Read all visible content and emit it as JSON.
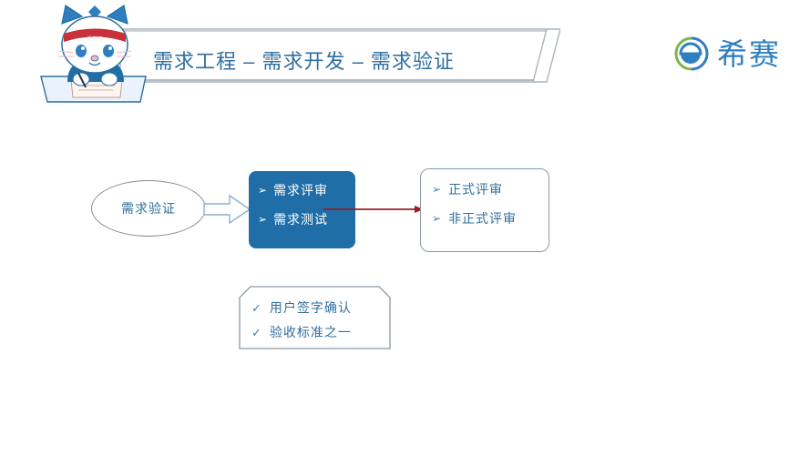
{
  "slide": {
    "background_color": "#ffffff",
    "title": "需求工程 – 需求开发 – 需求验证",
    "accent_color": "#1f6ea8",
    "title_color": "#2f6f9f"
  },
  "brand": {
    "name": "希赛",
    "icon": "circle-e-logo-icon",
    "color": "#2f7fc0",
    "arc_color": "#7ab648"
  },
  "mascot": {
    "icon": "cat-mascot-writing-icon",
    "headband_color": "#c8303a",
    "body_color": "#1f6ea8"
  },
  "diagram": {
    "type": "flow",
    "source_node": {
      "label": "需求验证",
      "shape": "ellipse",
      "border_color": "#8c8c8c",
      "text_color": "#2f6f9f"
    },
    "arrow_source_to_main": {
      "icon": "block-arrow-right-icon",
      "style": "hollow",
      "border_color": "#8aafd0"
    },
    "main_node": {
      "shape": "rounded-rect",
      "fill_color": "#1f6ea8",
      "text_color": "#ffffff",
      "bullet": "➢",
      "items": [
        {
          "label": "需求评审"
        },
        {
          "label": "需求测试"
        }
      ]
    },
    "connector_main_to_detail": {
      "icon": "arrow-right-icon",
      "color": "#9e1b20",
      "style": "solid-line-with-arrowhead"
    },
    "detail_node": {
      "shape": "rounded-rect",
      "border_color": "#8a99a8",
      "text_color": "#2f6f9f",
      "bullet": "➢",
      "items": [
        {
          "label": "正式评审"
        },
        {
          "label": "非正式评审"
        }
      ]
    },
    "note_node": {
      "shape": "snip-corner-rect",
      "border_color": "#8a99a8",
      "text_color": "#2f6f9f",
      "bullet": "✓",
      "items": [
        {
          "label": "用户签字确认"
        },
        {
          "label": "验收标准之一"
        }
      ]
    }
  }
}
